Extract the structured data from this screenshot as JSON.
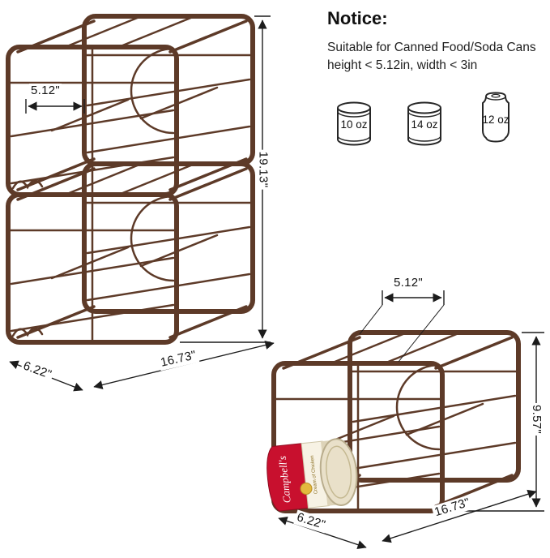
{
  "notice": {
    "title": "Notice:",
    "lines": [
      "Suitable for Canned Food/Soda Cans",
      "height < 5.12in, width < 3in"
    ],
    "cans": [
      {
        "icon": "food-can-icon",
        "label": "10 oz"
      },
      {
        "icon": "food-can-icon",
        "label": "14 oz"
      },
      {
        "icon": "soda-can-icon",
        "label": "12 oz"
      }
    ]
  },
  "stacked_rack": {
    "opening_width": "5.12\"",
    "total_height": "19.13\"",
    "length": "16.73\"",
    "depth": "6.22\""
  },
  "single_rack": {
    "opening_width": "5.12\"",
    "height": "9.57\"",
    "length": "16.73\"",
    "depth": "6.22\"",
    "can": {
      "brand": "Campbell's",
      "variant": "Cream of Chicken"
    }
  },
  "colors": {
    "rack": "#5d3a28",
    "dimension_line": "#1c1c1c",
    "can_red": "#c8102e"
  }
}
